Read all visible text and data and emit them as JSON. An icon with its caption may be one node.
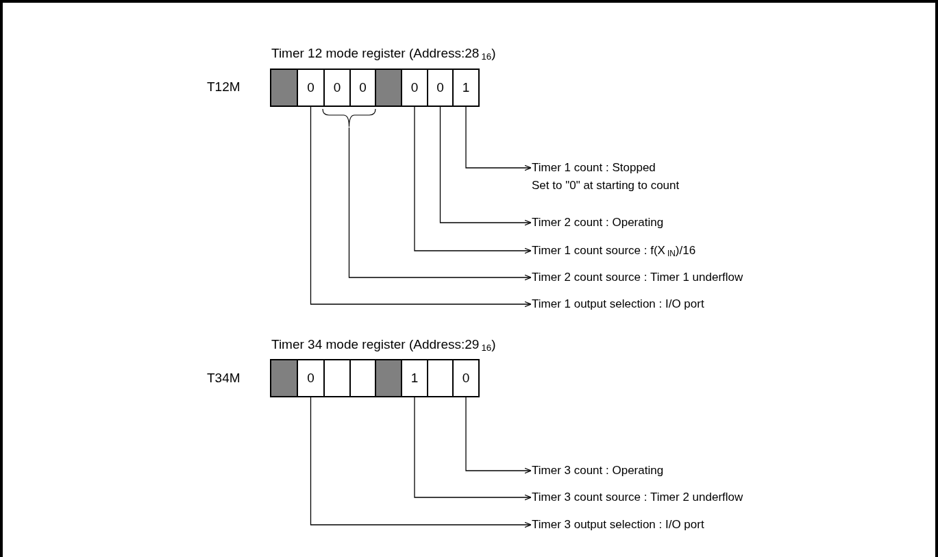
{
  "diagram": {
    "nodes": [
      {
        "text": [],
        "shape": "box"
      },
      {
        "text": [
          "0"
        ]
      },
      {
        "text": [
          "0"
        ]
      },
      {
        "text": [
          "0"
        ]
      },
      {
        "text": [],
        "shape": "box"
      },
      {
        "text": [
          "0"
        ]
      },
      {
        "text": [
          "0"
        ]
      },
      {
        "text": [
          "1"
        ]
      },
      {
        "text": [],
        "shape": "brace"
      },
      {
        "text": [
          "Timer 1 count : Stopped",
          "Set to \"0\" at starting to count"
        ]
      },
      {
        "text": [
          "Timer 2 count : Operating"
        ]
      },
      {
        "text": [
          "Timer 1 count source : f(X$_{IN}$)/16"
        ]
      },
      {
        "text": [
          "Timer 2 count source : Timer 1 underflow"
        ]
      },
      {
        "text": [
          "Timer 1 output selection : I/O port"
        ]
      },
      {
        "text": [],
        "shape": "box"
      },
      {
        "text": [
          "0"
        ]
      },
      {
        "text": [],
        "shape": "box"
      },
      {
        "text": [],
        "shape": "box"
      },
      {
        "text": [],
        "shape": "box"
      },
      {
        "text": [
          "1"
        ]
      },
      {
        "text": [],
        "shape": "box"
      },
      {
        "text": [
          "0"
        ]
      },
      {
        "text": [
          "Timer 3 count : Operating"
        ]
      },
      {
        "text": [
          "Timer 3 count source : Timer 2 underflow"
        ]
      },
      {
        "text": [
          "Timer 3 output selection : I/O port"
        ]
      }
    ],
    "edges": [
      {
        "from": 7,
        "to": 9,
        "arrow": "to"
      },
      {
        "from": 6,
        "to": 10,
        "arrow": "to"
      },
      {
        "from": 5,
        "to": 11,
        "arrow": "to"
      },
      {
        "from": 8,
        "to": 12,
        "arrow": "to"
      },
      {
        "from": 1,
        "to": 13,
        "arrow": "to"
      },
      {
        "from": 21,
        "to": 22,
        "arrow": "to"
      },
      {
        "from": 19,
        "to": 23,
        "arrow": "to"
      },
      {
        "from": 15,
        "to": 24,
        "arrow": "to"
      }
    ],
    "labels": [
      "Timer 12 mode register (Address:28$_{16}$)",
      "T12M",
      "Timer 34 mode register (Address:29$_{16}$)",
      "T34M"
    ]
  }
}
